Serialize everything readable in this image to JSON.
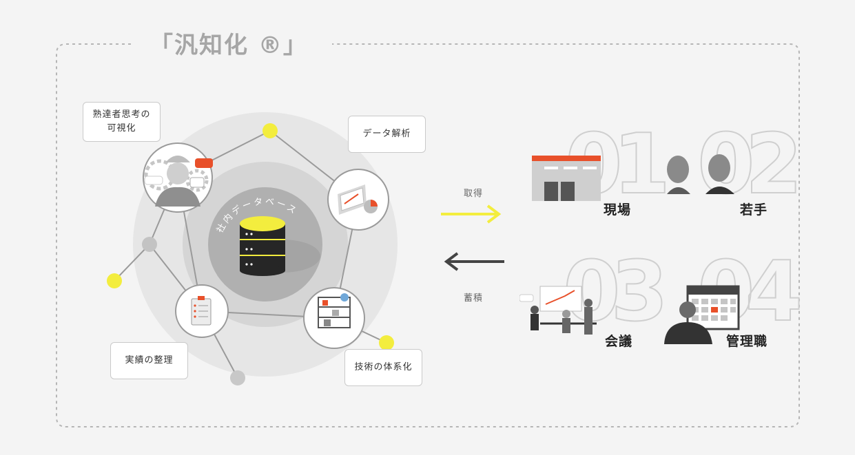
{
  "title": "「汎知化 ®」",
  "center": {
    "label": "社内データベース"
  },
  "bubbles": {
    "expert": "熟達者思考の\n可視化",
    "analysis": "データ解析",
    "results": "実績の整理",
    "tech": "技術の体系化"
  },
  "flow": {
    "acquire": "取得",
    "accumulate": "蓄積"
  },
  "cases": [
    {
      "num": "01",
      "label": "現場"
    },
    {
      "num": "02",
      "label": "若手"
    },
    {
      "num": "03",
      "label": "会議"
    },
    {
      "num": "04",
      "label": "管理職"
    }
  ],
  "colors": {
    "accent": "#f3ed3e",
    "alert": "#e8502a",
    "border": "#b5b5b5"
  },
  "icons": [
    "worker-icon",
    "dashboard-icon",
    "checklist-icon",
    "shelf-icon",
    "database-icon",
    "factory-icon",
    "people-icon",
    "meeting-icon",
    "calendar-icon"
  ]
}
